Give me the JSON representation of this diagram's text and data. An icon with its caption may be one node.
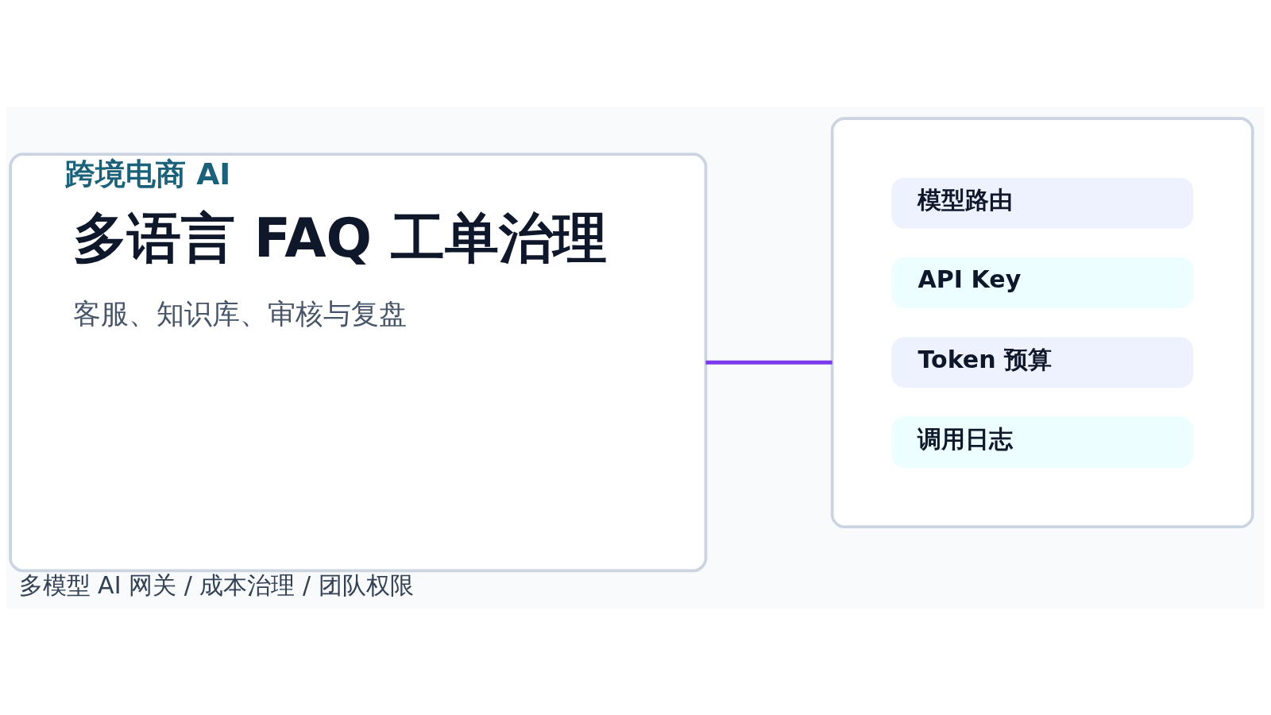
{
  "diagram": {
    "caption": "多模型 AI 网关 / 成本治理 / 团队权限",
    "nodes": [
      {
        "text": [
          "跨境电商 AI",
          "多语言 FAQ 工单治理",
          "客服、知识库、审核与复盘"
        ]
      },
      {
        "text": [],
        "shape": "box"
      },
      {
        "text": [
          "模型路由"
        ],
        "in": 1
      },
      {
        "text": [
          "API Key"
        ],
        "in": 1
      },
      {
        "text": [
          "Token 预算"
        ],
        "in": 1
      },
      {
        "text": [
          "调用日志"
        ],
        "in": 1
      }
    ],
    "edges": [
      {
        "from": 0,
        "to": 1,
        "arrow": "none",
        "color": "#7c3aed"
      }
    ]
  }
}
